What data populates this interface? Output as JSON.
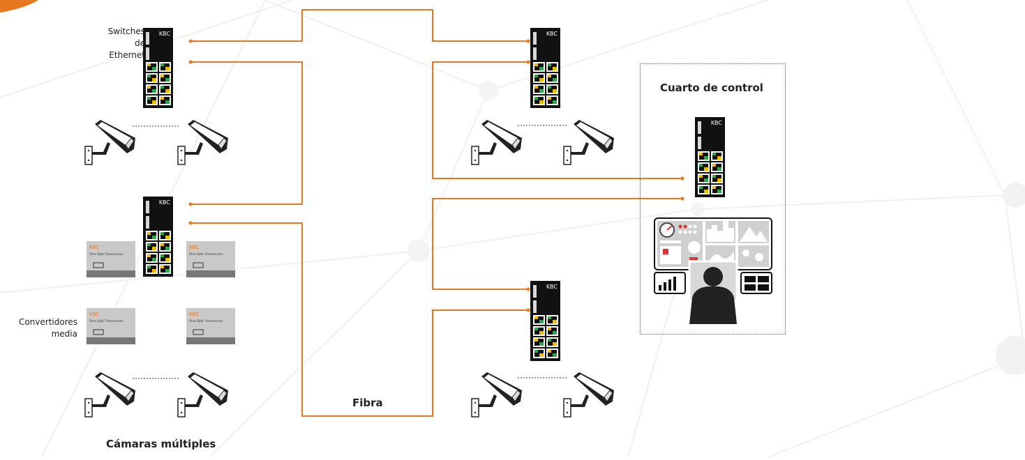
{
  "labels": {
    "switches": "Switches\nde Ethernet",
    "converters": "Convertidores\nmedia",
    "fiber": "Fibra",
    "cameras": "Cámaras múltiples",
    "control_room": "Cuarto de control"
  },
  "switch_brand": "KBC",
  "converter_brand": "KBC",
  "converter_caption": "Fibre Optic Transmission",
  "colors": {
    "fiber": "#e87722",
    "device": "#111111",
    "port_yellow": "#f2b800",
    "port_green": "#2aa84a",
    "converter_body": "#c9c9c9",
    "converter_base": "#777777"
  },
  "icons": [
    "ethernet-switch-icon",
    "cctv-camera-icon",
    "media-converter-icon",
    "operator-monitor-wall-icon"
  ]
}
